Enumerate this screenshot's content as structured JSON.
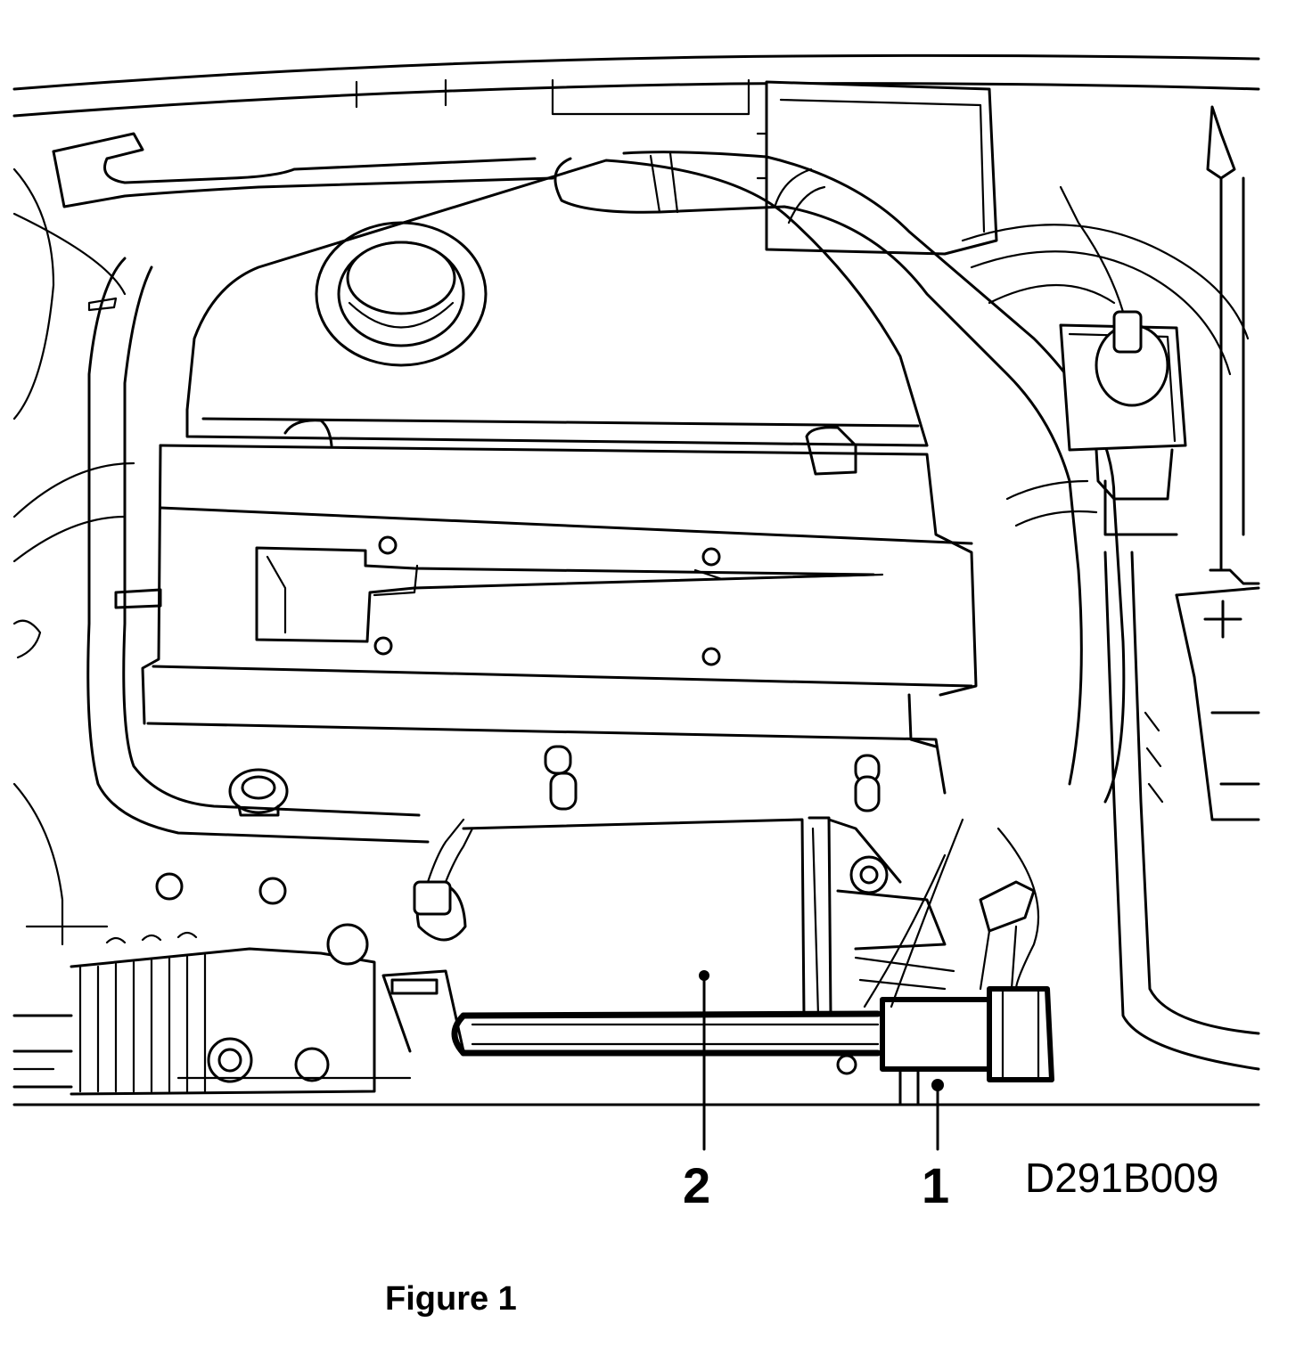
{
  "diagram": {
    "reference_code": "D291B009",
    "callouts": [
      {
        "number": "1"
      },
      {
        "number": "2"
      }
    ]
  },
  "caption": "Figure 1",
  "colors": {
    "line": "#000000",
    "background": "#ffffff"
  }
}
